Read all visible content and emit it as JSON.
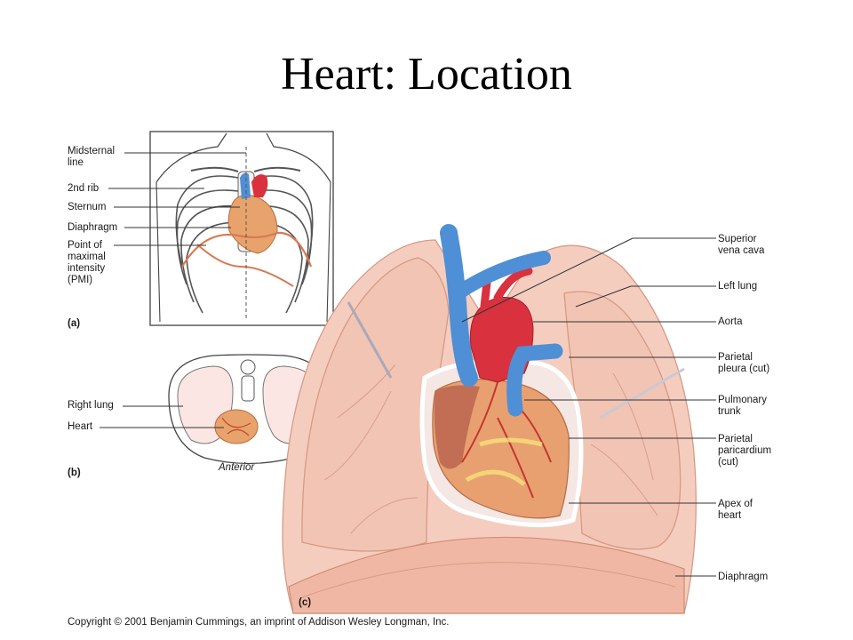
{
  "title": "Heart: Location",
  "panel_a": {
    "letter": "(a)",
    "labels": {
      "midsternal_line": "Midsternal\nline",
      "second_rib": "2nd rib",
      "sternum": "Sternum",
      "diaphragm": "Diaphragm",
      "pmi": "Point of\nmaximal\nintensity\n(PMI)"
    }
  },
  "panel_b": {
    "letter": "(b)",
    "labels": {
      "right_lung": "Right lung",
      "heart": "Heart",
      "anterior": "Anterior"
    }
  },
  "panel_c": {
    "letter": "(c)",
    "labels": {
      "superior_vena_cava": "Superior\nvena cava",
      "left_lung": "Left lung",
      "aorta": "Aorta",
      "parietal_pleura": "Parietal\npleura (cut)",
      "pulmonary_trunk": "Pulmonary\ntrunk",
      "parietal_pericardium": "Parietal\nparicardium\n(cut)",
      "apex": "Apex of\nheart",
      "diaphragm": "Diaphragm"
    }
  },
  "copyright": "Copyright © 2001 Benjamin Cummings, an imprint of Addison Wesley Longman, Inc.",
  "colors": {
    "lung": "#f2c9b8",
    "lung_edge": "#d89f8a",
    "vein_blue": "#4f8fd6",
    "artery_red": "#d9313e",
    "heart_base": "#e9a070",
    "pericardium": "#f4e7e4"
  }
}
